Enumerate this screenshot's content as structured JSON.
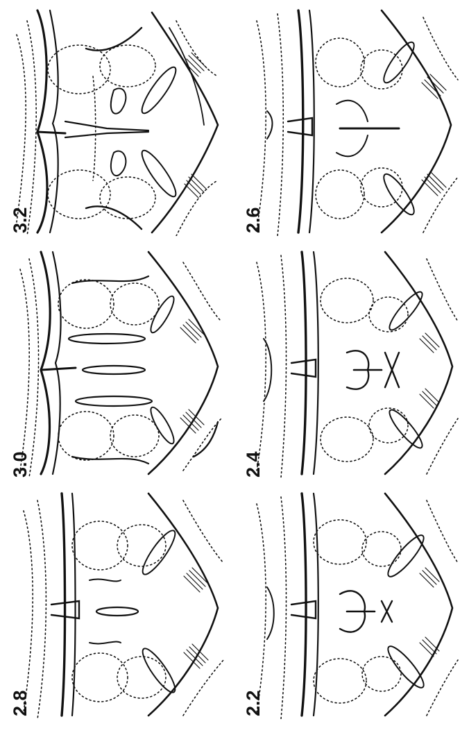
{
  "figure": {
    "panels": [
      {
        "id": "p32",
        "label": "3.2"
      },
      {
        "id": "p30",
        "label": "3.0"
      },
      {
        "id": "p28",
        "label": "2.8"
      },
      {
        "id": "p26",
        "label": "2.6"
      },
      {
        "id": "p24",
        "label": "2.4"
      },
      {
        "id": "p22",
        "label": "2.2"
      }
    ]
  },
  "style": {
    "ink": "#111111",
    "background": "#ffffff"
  }
}
